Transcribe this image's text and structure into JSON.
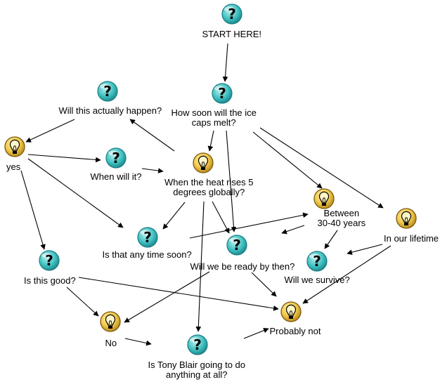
{
  "nodes": [
    {
      "id": "start",
      "kind": "question",
      "label": "START HERE!"
    },
    {
      "id": "how-soon",
      "kind": "question",
      "label": "How soon will the ice\ncaps melt?"
    },
    {
      "id": "will-this-happen",
      "kind": "question",
      "label": "Will this actually happen?"
    },
    {
      "id": "yes",
      "kind": "idea",
      "label": "yes"
    },
    {
      "id": "when-will-it",
      "kind": "question",
      "label": "When will it?"
    },
    {
      "id": "heat-rises",
      "kind": "idea",
      "label": "When the heat rises 5\ndegrees globally?"
    },
    {
      "id": "between",
      "kind": "idea",
      "label": "Between\n30-40 years"
    },
    {
      "id": "lifetime",
      "kind": "idea",
      "label": "In our lifetime"
    },
    {
      "id": "any-time-soon",
      "kind": "question",
      "label": "Is that any time soon?"
    },
    {
      "id": "ready",
      "kind": "question",
      "label": "Will we be ready by then?"
    },
    {
      "id": "survive",
      "kind": "question",
      "label": "Will we survive?"
    },
    {
      "id": "good",
      "kind": "question",
      "label": "Is this good?"
    },
    {
      "id": "no",
      "kind": "idea",
      "label": "No"
    },
    {
      "id": "probably-not",
      "kind": "idea",
      "label": "Probably not"
    },
    {
      "id": "tony",
      "kind": "question",
      "label": "Is Tony Blair going to do\nanything at all?"
    }
  ],
  "edges": [
    [
      "start",
      "how-soon"
    ],
    [
      "how-soon",
      "heat-rises"
    ],
    [
      "how-soon",
      "between"
    ],
    [
      "how-soon",
      "lifetime"
    ],
    [
      "how-soon",
      "ready"
    ],
    [
      "heat-rises",
      "will-this-happen"
    ],
    [
      "heat-rises",
      "any-time-soon"
    ],
    [
      "heat-rises",
      "ready"
    ],
    [
      "heat-rises",
      "tony"
    ],
    [
      "will-this-happen",
      "yes"
    ],
    [
      "yes",
      "when-will-it"
    ],
    [
      "yes",
      "any-time-soon"
    ],
    [
      "yes",
      "good"
    ],
    [
      "when-will-it",
      "heat-rises"
    ],
    [
      "any-time-soon",
      "between"
    ],
    [
      "between",
      "ready"
    ],
    [
      "between",
      "survive"
    ],
    [
      "lifetime",
      "survive"
    ],
    [
      "lifetime",
      "probably-not"
    ],
    [
      "ready",
      "no"
    ],
    [
      "ready",
      "probably-not"
    ],
    [
      "good",
      "no"
    ],
    [
      "good",
      "probably-not"
    ],
    [
      "no",
      "tony"
    ],
    [
      "tony",
      "probably-not"
    ]
  ],
  "colors": {
    "question_light": "#bff0ee",
    "question_mid": "#3cc0c0",
    "question_dark": "#1a7e84",
    "idea_ring": "#7a5a10",
    "idea_fill": "#f2c84a",
    "idea_bulb": "#fff6c8",
    "edge": "#000000"
  }
}
